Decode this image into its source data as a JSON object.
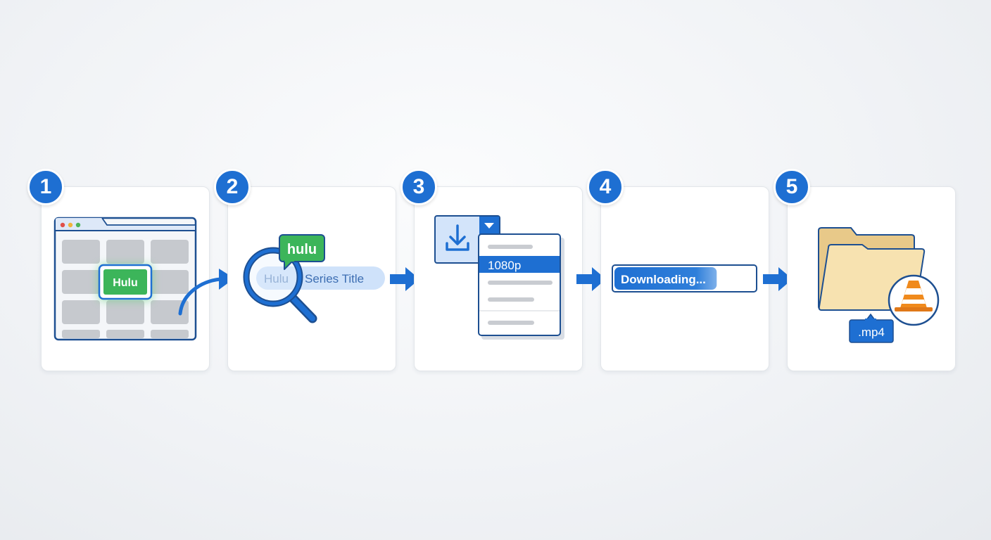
{
  "steps": [
    {
      "number": "1",
      "hulu_button_label": "Hulu"
    },
    {
      "number": "2",
      "logo_text": "hulu",
      "search_prefix": "Hulu",
      "search_query": "Series Title"
    },
    {
      "number": "3",
      "selected_option": "1080p"
    },
    {
      "number": "4",
      "progress_text": "Downloading...",
      "progress_fraction": 0.73
    },
    {
      "number": "5",
      "file_extension": ".mp4",
      "player_icon": "vlc-cone-icon"
    }
  ],
  "colors": {
    "accent": "#1e6fd2",
    "hulu_green": "#3cb55a",
    "folder": "#f5dea8"
  }
}
